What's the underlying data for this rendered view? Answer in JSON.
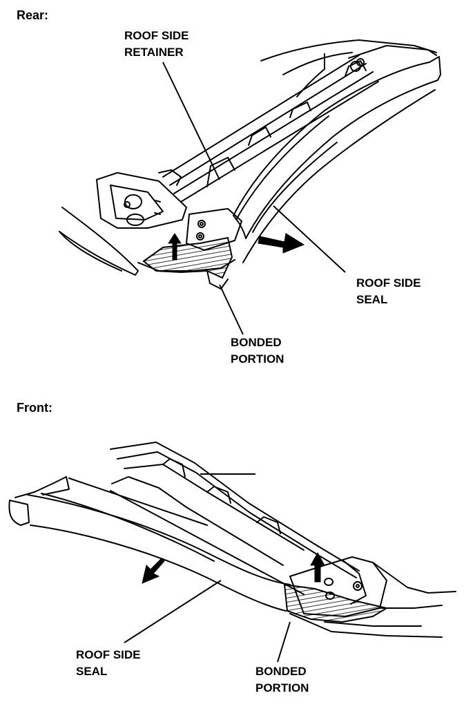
{
  "rear": {
    "heading": "Rear:",
    "retainer_label": [
      "ROOF SIDE",
      "RETAINER"
    ],
    "seal_label": [
      "ROOF SIDE",
      "SEAL"
    ],
    "bonded_label": [
      "BONDED",
      "PORTION"
    ]
  },
  "front": {
    "heading": "Front:",
    "seal_label": [
      "ROOF SIDE",
      "SEAL"
    ],
    "bonded_label": [
      "BONDED",
      "PORTION"
    ]
  },
  "colors": {
    "ink": "#000000",
    "paper": "#ffffff"
  }
}
